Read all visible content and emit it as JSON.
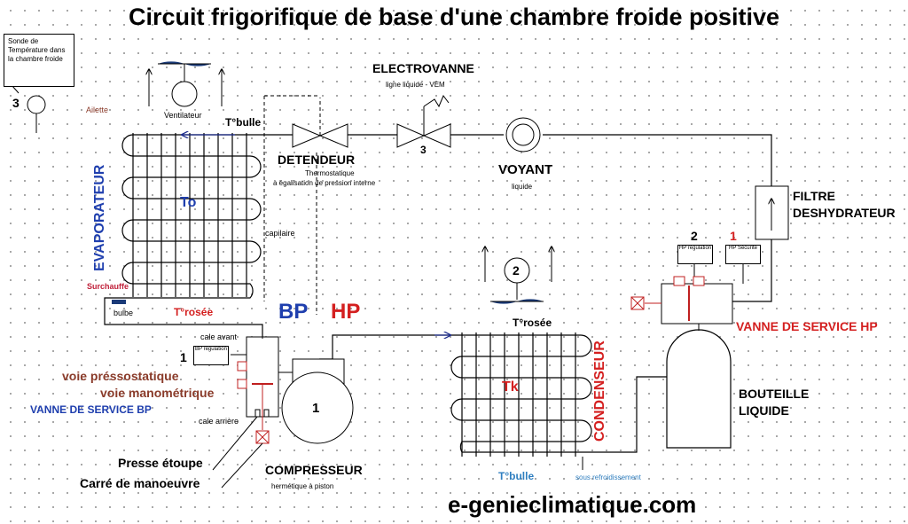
{
  "title": "Circuit frigorifique de base d'une chambre froide positive",
  "sonde_label": "Sonde de Température dans la chambre froide",
  "sonde_number": "3",
  "ailette": "Ailette",
  "ventilateur": "Ventilateur",
  "t_bulle_top": "T°bulle",
  "evaporateur": "EVAPORATEUR",
  "to": "To",
  "capilaire": "capilaire",
  "surchauffe": "Surchauffe",
  "bulbe": "bulbe",
  "t_rosee_evap": "T°rosée",
  "detendeur": "DETENDEUR",
  "detendeur_sub1": "Thermostatique",
  "detendeur_sub2": "à égalisation de pression interne",
  "electrovanne": "ELECTROVANNE",
  "electrovanne_sub": "ligne liquide - VEM",
  "electrovanne_number": "3",
  "voyant": "VOYANT",
  "voyant_sub": "liquide",
  "filtre_line1": "FILTRE",
  "filtre_line2": "DESHYDRATEUR",
  "hp_box_2_number": "2",
  "hp_box_2": "HP régulation",
  "hp_box_1_number": "1",
  "hp_box_1": "HP Sécurité",
  "vanne_service_hp": "VANNE DE SERVICE HP",
  "bouteille_line1": "BOUTEILLE",
  "bouteille_line2": "LIQUIDE",
  "bp": "BP",
  "hp": "HP",
  "cale_avant": "cale avant",
  "bp_box_number": "1",
  "bp_box": "BP régulation",
  "voie_pressostatique": "voie préssostatique",
  "voie_manometrique": "voie manométrique",
  "vanne_service_bp": "VANNE DE SERVICE BP",
  "cale_arriere": "cale arrière",
  "presse_etoupe": "Presse étoupe",
  "carre_manoeuvre": "Carré de manoeuvre",
  "compresseur_number": "1",
  "compresseur": "COMPRESSEUR",
  "compresseur_sub": "hermétique à piston",
  "condenseur_fan_number": "2",
  "t_rosee_cond": "T°rosée",
  "tk": "Tk",
  "condenseur": "CONDENSEUR",
  "t_bulle_cond": "T°bulle",
  "sous_refroidissement": "sous refroidissement",
  "website": "e-genieclimatique.com",
  "colors": {
    "blue_label": "#1f3fae",
    "red_label": "#d42020",
    "brown_label": "#8a3b2a",
    "fan_blue": "#1a3a78"
  }
}
